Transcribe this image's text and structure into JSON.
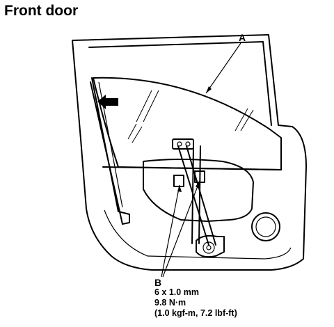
{
  "title": "Front door",
  "callouts": {
    "a": "A",
    "b": "B"
  },
  "spec": {
    "size": "6 x 1.0 mm",
    "torque": "9.8 N·m",
    "torque_alt": "(1.0 kgf-m, 7.2 lbf-ft)"
  },
  "icons": {
    "direction_arrow": "left-arrow-icon"
  }
}
